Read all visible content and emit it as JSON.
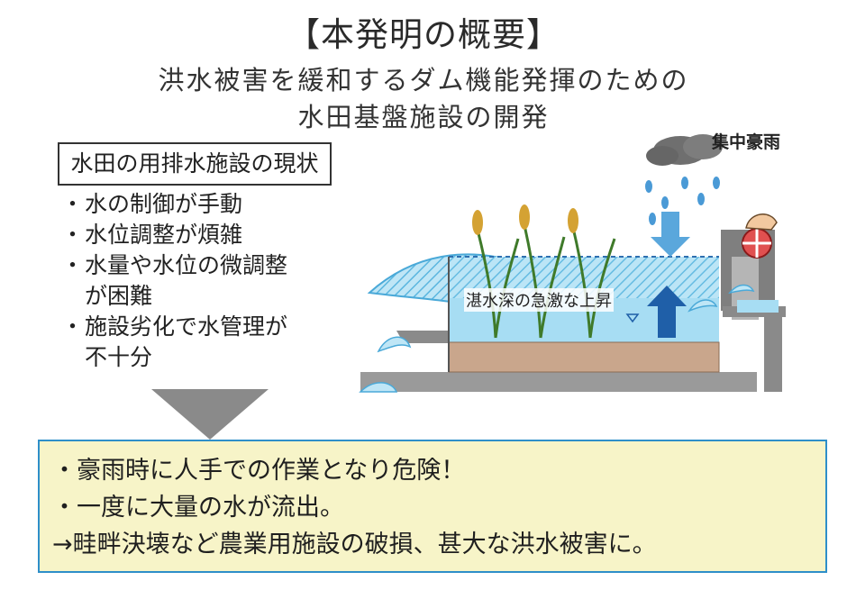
{
  "header": {
    "title": "【本発明の概要】",
    "subtitle_line1": "洪水被害を緩和するダム機能発揮のための",
    "subtitle_line2": "水田基盤施設の開発"
  },
  "status": {
    "heading": "水田の用排水施設の現状",
    "bullet_marker": "・",
    "items": [
      {
        "lines": [
          "水の制御が手動"
        ]
      },
      {
        "lines": [
          "水位調整が煩雑"
        ]
      },
      {
        "lines": [
          "水量や水位の微調整",
          "が困難"
        ]
      },
      {
        "lines": [
          "施設劣化で水管理が",
          "不十分"
        ]
      }
    ]
  },
  "diagram": {
    "rain_label": "集中豪雨",
    "rise_label": "湛水深の急激な上昇"
  },
  "summary": {
    "lines": [
      "・豪雨時に人手での作業となり危険！",
      "・一度に大量の水が流出。",
      "→畦畔決壊など農業用施設の破損、甚大な洪水被害に。"
    ]
  },
  "colors": {
    "summary_bg": "#f7f4c8",
    "summary_border": "#2e8fc9",
    "water": "#8ed0ee",
    "soil": "#c9a68c",
    "pipe": "#8a8a8a",
    "arrow_up": "#1f5fa8",
    "arrow_down": "#5aa7dc"
  }
}
